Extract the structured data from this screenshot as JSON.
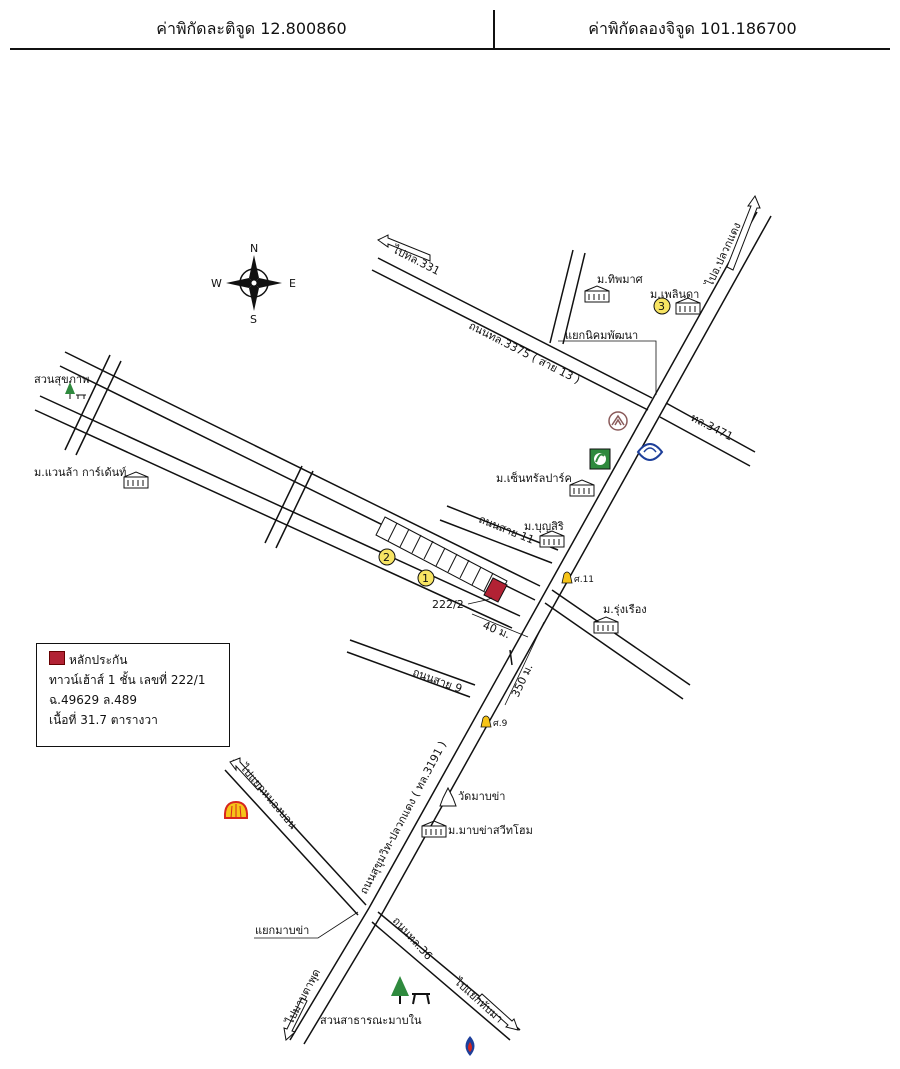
{
  "header": {
    "lat_text": "ค่าพิกัดละติจูด 12.800860",
    "lon_text": "ค่าพิกัดลองจิจูด 101.186700"
  },
  "compass": {
    "n": "N",
    "s": "S",
    "e": "E",
    "w": "W"
  },
  "legend": {
    "title": "หลักประกัน",
    "line1": "ทาวน์เฮ้าส์ 1 ชั้น เลขที่ 222/1",
    "line2": "ฉ.49629 ล.489",
    "line3": "เนื้อที่ 31.7 ตารางวา"
  },
  "labels": {
    "to_331": "ไปทล.331",
    "to_pluak_daeng": "ไปอ.ปลวกแดง",
    "road_3375": "ถนนทล.3375 ( สาย 13 )",
    "nikhom_junction": "แยกนิคมพัฒนา",
    "road_3471": "ทล.3471",
    "mu_thipmas": "ม.ทิพมาศ",
    "mu_phlinda": "ม.เพลินดา",
    "suan_sukhaphap": "สวนสุขภาพ",
    "mu_vanla": "ม.แวนล้า การ์เด้นท์",
    "mu_central_park": "ม.เซ็นทรัลปาร์ค",
    "road_11": "ถนนสาย 11",
    "mu_boonsiri": "ม.บุญสิริ",
    "shrine_11": "ศ.11",
    "house_no": "222/2",
    "dist_40": "40 ม.",
    "mu_rungruang": "ม.รุ่งเรือง",
    "road_9": "ถนนสาย 9",
    "dist_350": "350 ม.",
    "shrine_9": "ศ.9",
    "road_3191": "ถนนสุขุมวิท-ปลวกแดง ( ทล.3191 )",
    "to_nong_bon": "ไปแยกหนองบอน",
    "wat_map_ya": "วัดมาบข่า",
    "mu_map_ya_swithome": "ม.มาบข่าสวีทโฮม",
    "map_ya_junction": "แยกมาบข่า",
    "road_36": "ถนนทล.36",
    "to_map_ta_phut": "ไปมาบตาพุด",
    "to_thap_ma": "ไปแยกทับมา",
    "public_park": "สวนสาธารณะมาบใน",
    "marker_1": "1",
    "marker_2": "2",
    "marker_3": "3"
  },
  "colors": {
    "collateral": "#b22234",
    "marker": "#f7e463",
    "bank_green": "#2f8a3e",
    "shell_yellow": "#f6c418",
    "shell_red": "#d7261e",
    "ptt_blue": "#1d3f9a"
  },
  "icons": [
    "compass-icon",
    "tree-icon",
    "village-icon",
    "bank-icon",
    "gas-station-icon",
    "temple-icon",
    "shrine-icon"
  ]
}
